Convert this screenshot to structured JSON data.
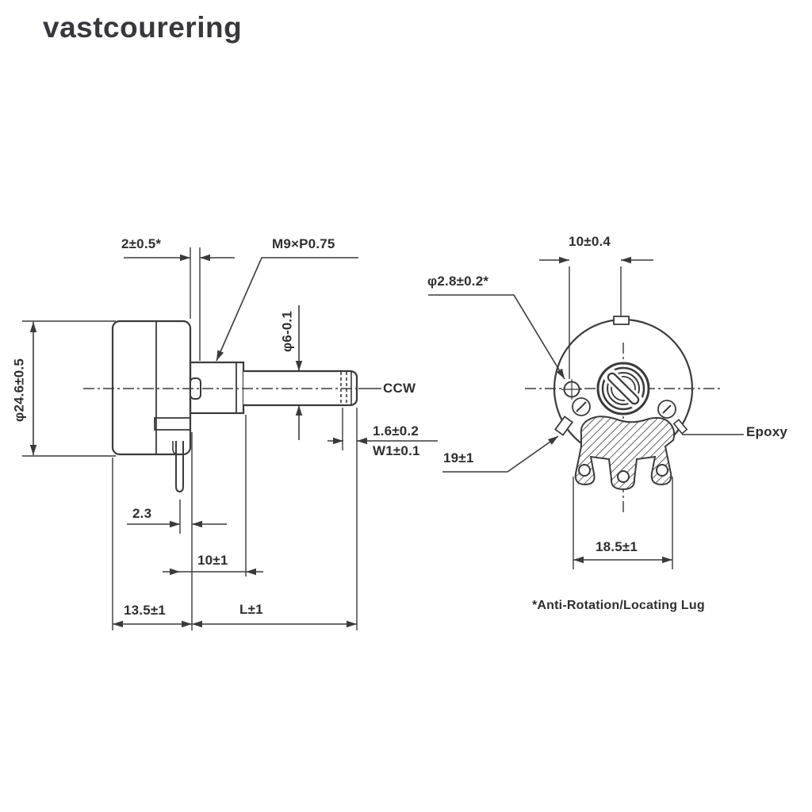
{
  "watermark": "vastcourering",
  "colors": {
    "line": "#3a3a3a",
    "text": "#2f2f2f",
    "background": "#ffffff"
  },
  "side_view": {
    "labels": {
      "protrusion": "2±0.5*",
      "thread": "M9×P0.75",
      "shaft_dia": "φ6-0.1",
      "body_dia": "φ24.6±0.5",
      "ccw": "CCW",
      "flat_len": "1.6±0.2",
      "flat_width": "W1±0.1",
      "pin_offset": "2.3",
      "bushing_len": "10±1",
      "body_depth": "13.5±1",
      "shaft_len": "L±1"
    }
  },
  "front_view": {
    "labels": {
      "lug_offset": "10±0.4",
      "lug_hole": "φ2.8±0.2*",
      "terminal": "19±1",
      "epoxy": "Epoxy",
      "terminal_span": "18.5±1"
    }
  },
  "footnote": "*Anti-Rotation/Locating Lug"
}
